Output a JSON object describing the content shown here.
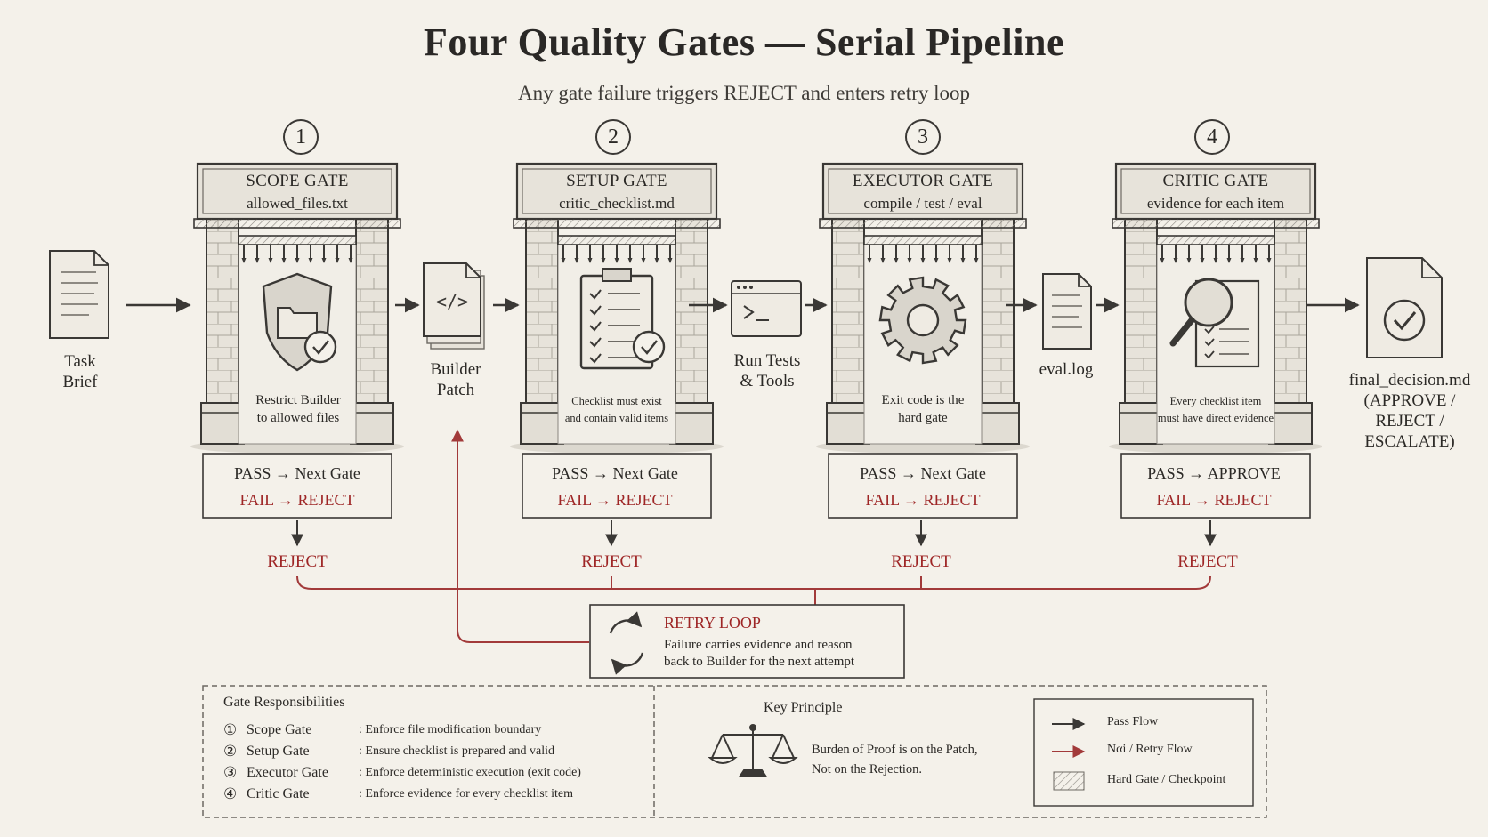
{
  "header": {
    "title": "Four Quality Gates — Serial Pipeline",
    "subtitle": "Any gate failure triggers REJECT and enters retry loop"
  },
  "colors": {
    "ink": "#2b2926",
    "reject": "#9e2626",
    "paper": "#f4f1ea"
  },
  "gates": [
    {
      "number": "1",
      "name": "SCOPE GATE",
      "file": "allowed_files.txt",
      "desc": [
        "Restrict Builder",
        "to allowed files"
      ],
      "pass": "PASS → Next Gate",
      "fail": "FAIL → REJECT",
      "reject": "REJECT",
      "icon": "shield-folder-icon"
    },
    {
      "number": "2",
      "name": "SETUP GATE",
      "file": "critic_checklist.md",
      "desc": [
        "Checklist must exist",
        "and contain valid items"
      ],
      "pass": "PASS → Next Gate",
      "fail": "FAIL → REJECT",
      "reject": "REJECT",
      "icon": "clipboard-checklist-icon"
    },
    {
      "number": "3",
      "name": "EXECUTOR GATE",
      "file": "compile / test / eval",
      "desc": [
        "Exit code is the",
        "hard gate"
      ],
      "pass": "PASS → Next Gate",
      "fail": "FAIL → REJECT",
      "reject": "REJECT",
      "icon": "gear-icon"
    },
    {
      "number": "4",
      "name": "CRITIC GATE",
      "file": "evidence for each item",
      "desc": [
        "Every checklist item",
        "must have direct evidence"
      ],
      "pass": "PASS → APPROVE",
      "fail": "FAIL → REJECT",
      "reject": "REJECT",
      "icon": "magnifier-document-icon"
    }
  ],
  "flow": {
    "task_brief": [
      "Task",
      "Brief"
    ],
    "builder_patch": [
      "Builder",
      "Patch"
    ],
    "run_tests": [
      "Run Tests",
      "& Tools"
    ],
    "eval_log": "eval.log",
    "final": [
      "final_decision.md",
      "(APPROVE /",
      "REJECT /",
      "ESCALATE)"
    ]
  },
  "retry": {
    "title": "RETRY LOOP",
    "desc": [
      "Failure carries evidence and reason",
      "back to Builder for the next attempt"
    ]
  },
  "responsibilities": {
    "title": "Gate Responsibilities",
    "items": [
      {
        "num": "①",
        "name": "Scope Gate",
        "desc": ": Enforce file modification boundary"
      },
      {
        "num": "②",
        "name": "Setup Gate",
        "desc": ": Ensure checklist is prepared and valid"
      },
      {
        "num": "③",
        "name": "Executor Gate",
        "desc": ": Enforce deterministic execution (exit code)"
      },
      {
        "num": "④",
        "name": "Critic Gate",
        "desc": ": Enforce evidence for every checklist item"
      }
    ]
  },
  "principle": {
    "title": "Key Principle",
    "text": [
      "Burden of Proof is on the Patch,",
      "Not on the Rejection."
    ]
  },
  "legend": {
    "items": [
      "Pass Flow",
      "Nαi / Retry Flow",
      "Hard Gate / Checkpoint"
    ]
  }
}
